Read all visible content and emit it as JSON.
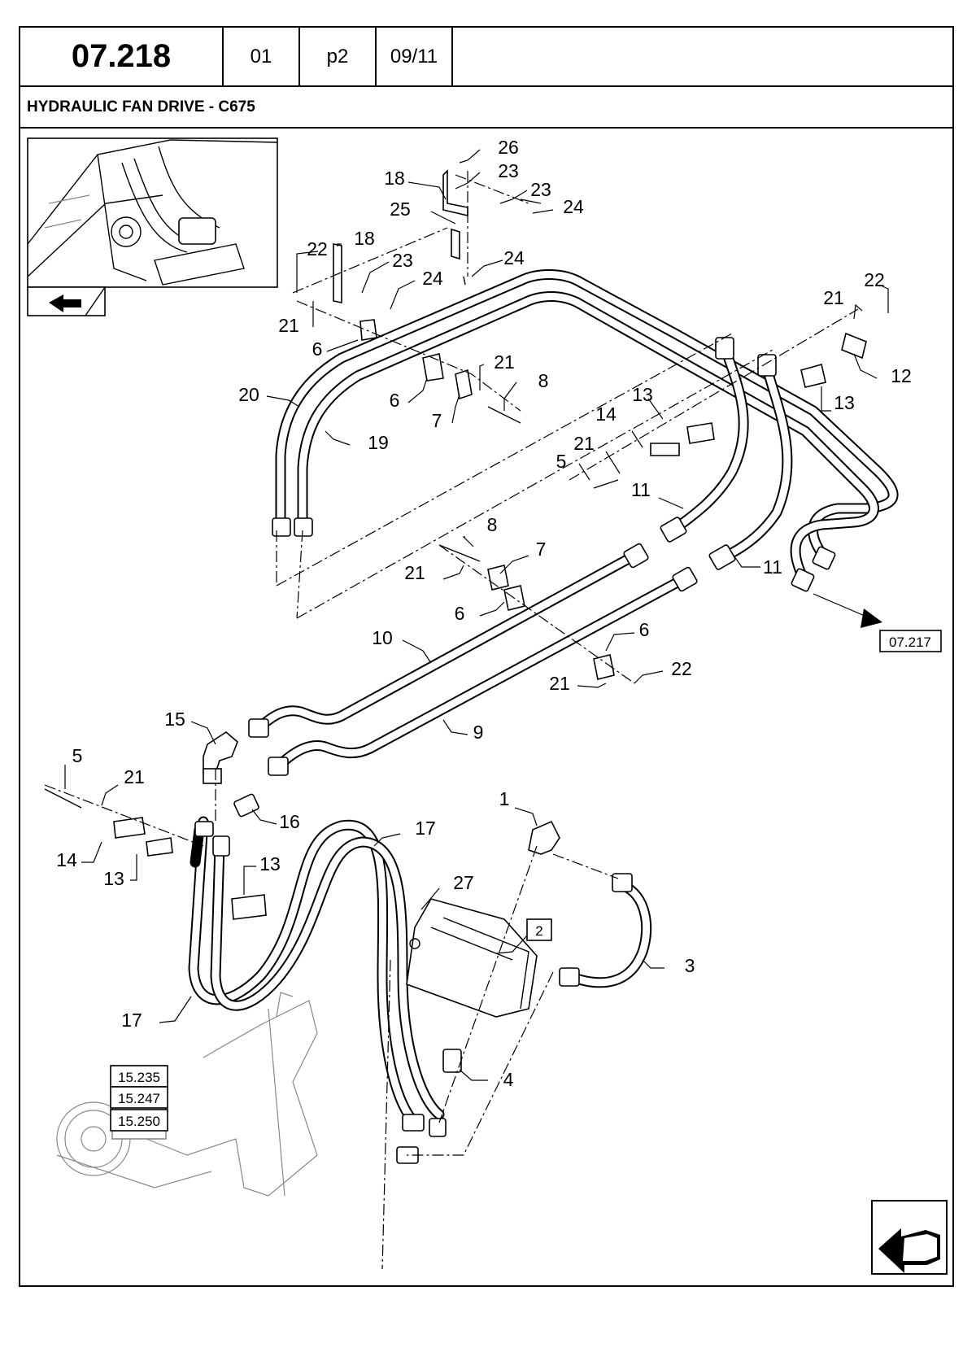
{
  "header": {
    "page_code": "07.218",
    "rev": "01",
    "page": "p2",
    "date": "09/11"
  },
  "title": "HYDRAULIC FAN DRIVE - C675",
  "refs": {
    "ref_07217": "07.217",
    "ref_15235": "15.235",
    "ref_15247": "15.247",
    "ref_15250": "15.250"
  },
  "callouts": {
    "c1": "1",
    "c2": "2",
    "c3": "3",
    "c4": "4",
    "c5a": "5",
    "c5b": "5",
    "c6a": "6",
    "c6b": "6",
    "c6c": "6",
    "c6d": "6",
    "c7a": "7",
    "c7b": "7",
    "c8a": "8",
    "c8b": "8",
    "c9": "9",
    "c10": "10",
    "c11a": "11",
    "c11b": "11",
    "c12": "12",
    "c13a": "13",
    "c13b": "13",
    "c13c": "13",
    "c13d": "13",
    "c14a": "14",
    "c14b": "14",
    "c15": "15",
    "c16": "16",
    "c17a": "17",
    "c17b": "17",
    "c18a": "18",
    "c18b": "18",
    "c19": "19",
    "c20": "20",
    "c21a": "21",
    "c21b": "21",
    "c21c": "21",
    "c21d": "21",
    "c21e": "21",
    "c21f": "21",
    "c21g": "21",
    "c22a": "22",
    "c22b": "22",
    "c22c": "22",
    "c23a": "23",
    "c23b": "23",
    "c23c": "23",
    "c24a": "24",
    "c24b": "24",
    "c24c": "24",
    "c25": "25",
    "c26": "26",
    "c27": "27"
  }
}
